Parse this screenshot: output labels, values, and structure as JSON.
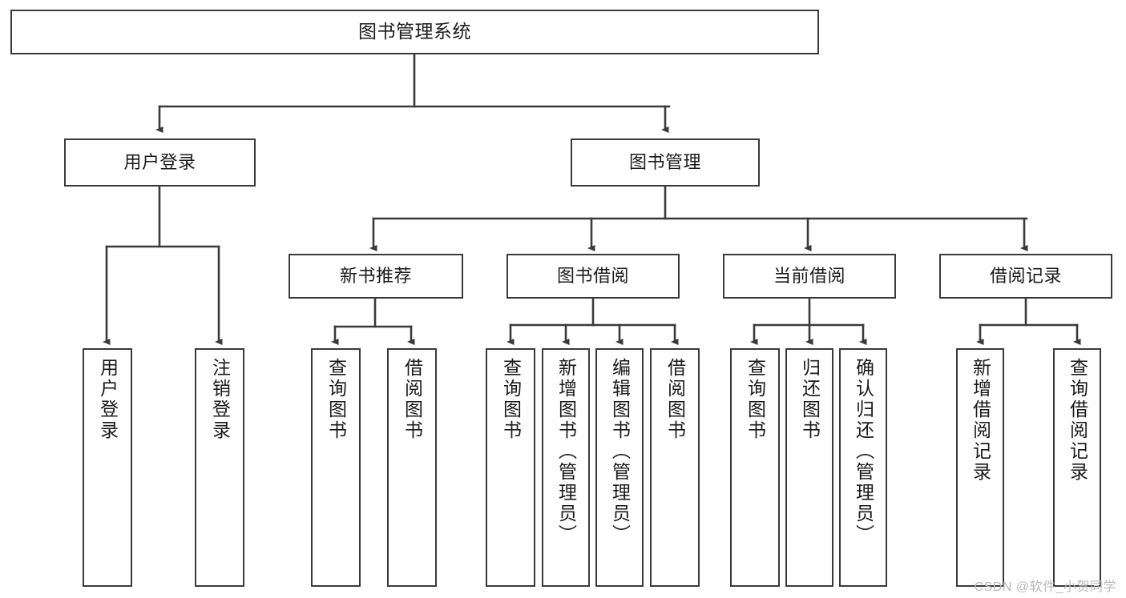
{
  "diagram": {
    "title": "图书管理系统",
    "type": "tree-structure-chart",
    "watermark": "CSDN @软件_小贺同学",
    "nodes": {
      "root": {
        "label": "图书管理系统"
      },
      "level1": [
        {
          "id": "user-login",
          "label": "用户登录"
        },
        {
          "id": "book-manage",
          "label": "图书管理"
        }
      ],
      "level2": [
        {
          "id": "new-book-recommend",
          "label": "新书推荐"
        },
        {
          "id": "book-borrow",
          "label": "图书借阅"
        },
        {
          "id": "current-borrow",
          "label": "当前借阅"
        },
        {
          "id": "borrow-record",
          "label": "借阅记录"
        }
      ],
      "leaves": {
        "user_login": [
          {
            "id": "leaf-user-login",
            "label": "用户登录"
          },
          {
            "id": "leaf-logout-login",
            "label": "注销登录"
          }
        ],
        "new_book_recommend": [
          {
            "id": "leaf-query-book-1",
            "label": "查询图书"
          },
          {
            "id": "leaf-borrow-book-1",
            "label": "借阅图书"
          }
        ],
        "book_borrow": [
          {
            "id": "leaf-query-book-2",
            "label": "查询图书"
          },
          {
            "id": "leaf-add-book",
            "label": "新增图书（管理员）"
          },
          {
            "id": "leaf-edit-book",
            "label": "编辑图书（管理员）"
          },
          {
            "id": "leaf-borrow-book-2",
            "label": "借阅图书"
          }
        ],
        "current_borrow": [
          {
            "id": "leaf-query-book-3",
            "label": "查询图书"
          },
          {
            "id": "leaf-return-book",
            "label": "归还图书"
          },
          {
            "id": "leaf-confirm-return",
            "label": "确认归还（管理员）"
          }
        ],
        "borrow_record": [
          {
            "id": "leaf-add-record",
            "label": "新增借阅记录"
          },
          {
            "id": "leaf-query-record",
            "label": "查询借阅记录"
          }
        ]
      }
    },
    "colors": {
      "border": "#3a3a3a",
      "background": "#ffffff",
      "text": "#1a1a1a",
      "watermark": "#b9b9b9"
    }
  }
}
